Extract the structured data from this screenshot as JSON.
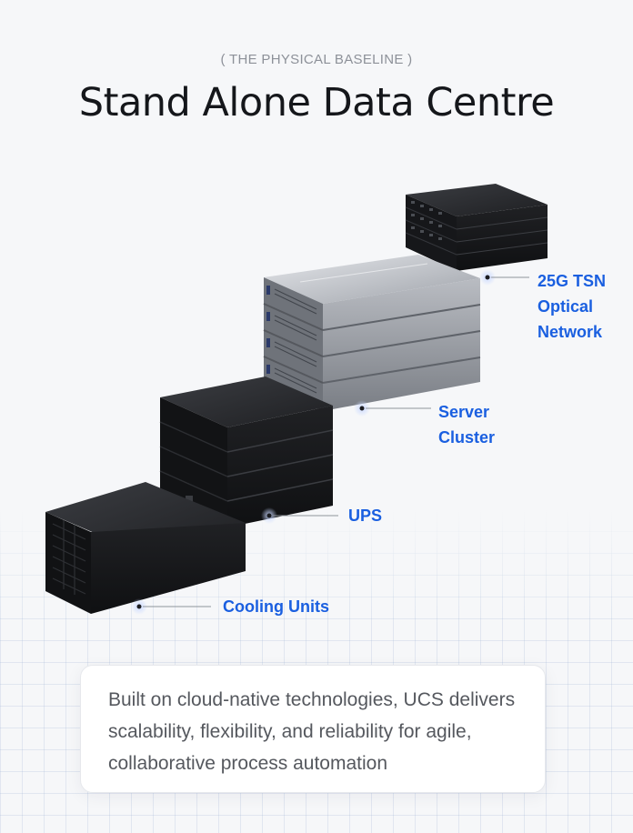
{
  "header": {
    "eyebrow": "( THE PHYSICAL BASELINE )",
    "title": "Stand Alone Data Centre"
  },
  "callouts": {
    "network": {
      "line1": "25G TSN",
      "line2": "Optical",
      "line3": "Network"
    },
    "server": {
      "line1": "Server",
      "line2": "Cluster"
    },
    "ups": {
      "label": "UPS"
    },
    "cooling": {
      "label": "Cooling Units"
    }
  },
  "card": {
    "description": "Built on cloud-native technologies, UCS delivers scalability, flexibility, and reliability for agile, collaborative process automation"
  },
  "colors": {
    "accent": "#1a5fe0",
    "title": "#15171b",
    "body_text": "#55585e"
  }
}
